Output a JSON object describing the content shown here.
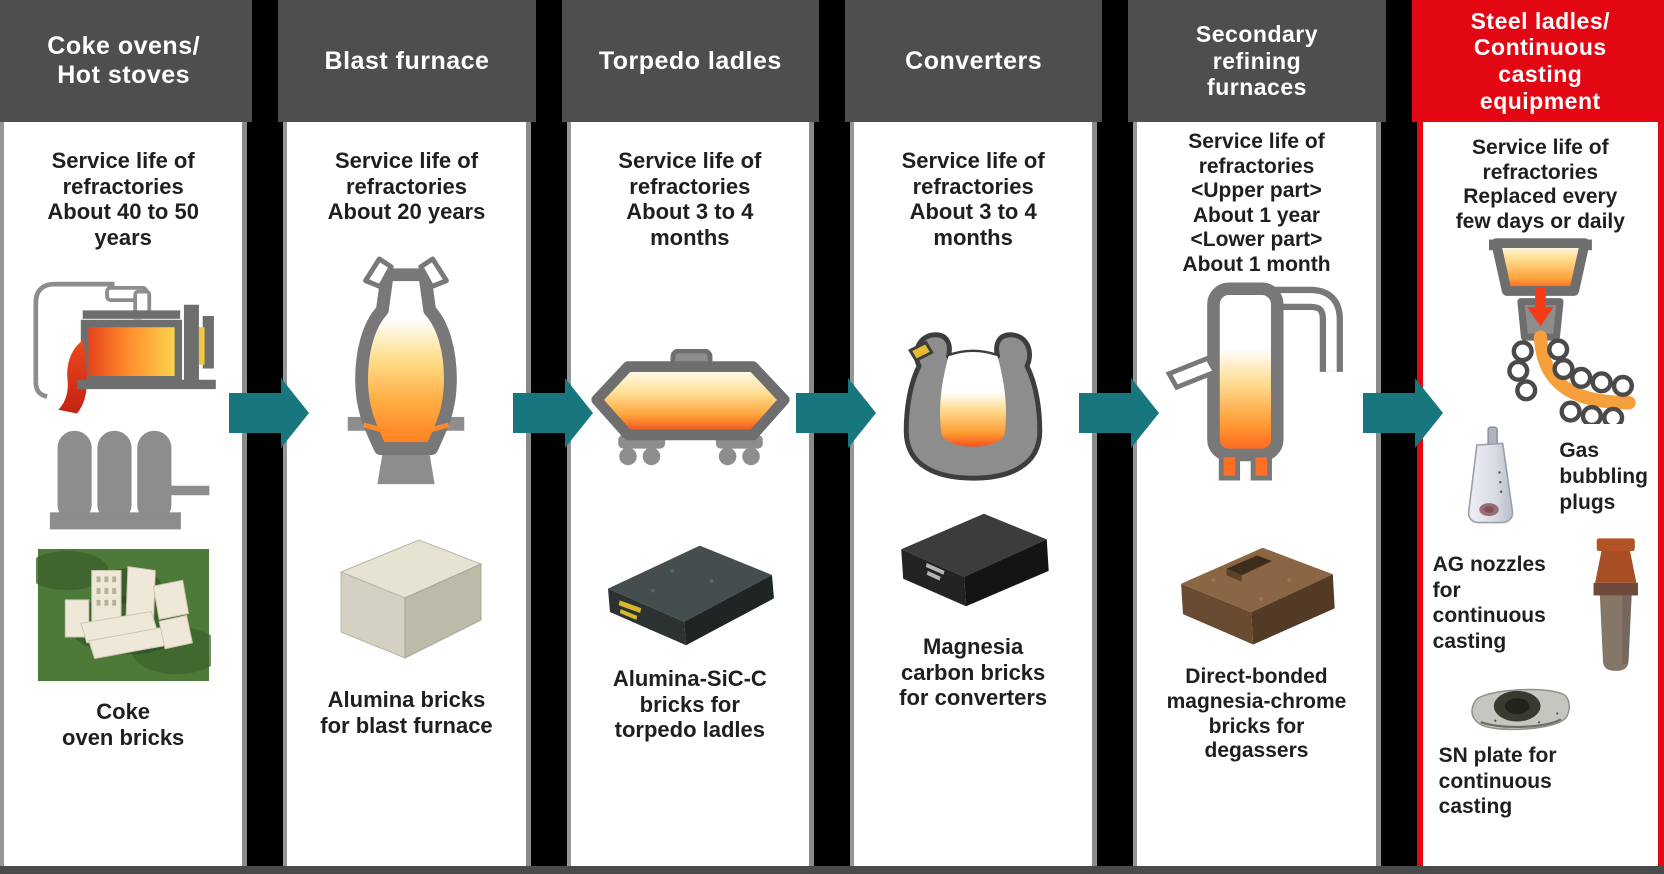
{
  "colors": {
    "background": "#000000",
    "header_bg": "#4e4e4e",
    "header_text": "#ffffff",
    "highlight_header_bg": "#e30613",
    "highlight_border": "#e30613",
    "body_bg": "#ffffff",
    "body_text": "#1f1f1f",
    "arrow": "#17767e",
    "column_edge": "#8a8a8a",
    "bottom_bar": "#4a4a4a",
    "melt_orange": "#ff8a2a"
  },
  "flow_direction": "left-to-right",
  "columns": [
    {
      "header": "Coke ovens/\nHot stoves",
      "service_life": "Service life of\nrefractories\nAbout 40 to 50\nyears",
      "illustration": "coke-oven-and-hot-stoves",
      "photo": "coke-oven-bricks-photo",
      "caption": "Coke\noven bricks"
    },
    {
      "header": "Blast furnace",
      "service_life": "Service life of\nrefractories\nAbout 20 years",
      "illustration": "blast-furnace",
      "photo": "alumina-brick-photo",
      "caption": "Alumina bricks\nfor blast furnace"
    },
    {
      "header": "Torpedo ladles",
      "service_life": "Service life of\nrefractories\nAbout 3 to 4\nmonths",
      "illustration": "torpedo-ladle",
      "photo": "alumina-sic-c-brick-photo",
      "caption": "Alumina-SiC-C\nbricks for\ntorpedo ladles"
    },
    {
      "header": "Converters",
      "service_life": "Service life of\nrefractories\nAbout 3 to 4\nmonths",
      "illustration": "converter",
      "photo": "magnesia-carbon-brick-photo",
      "caption": "Magnesia\ncarbon bricks\nfor converters"
    },
    {
      "header": "Secondary\nrefining\nfurnaces",
      "service_life": "Service life of\nrefractories\n<Upper part>\nAbout 1 year\n<Lower part>\nAbout 1 month",
      "illustration": "rh-degasser",
      "photo": "magnesia-chrome-brick-photo",
      "caption": "Direct-bonded\nmagnesia-chrome\nbricks for\ndegassers"
    },
    {
      "header": "Steel ladles/\nContinuous\ncasting\nequipment",
      "service_life": "Service life of\nrefractories\nReplaced every\nfew days or daily",
      "illustration": "ladle-and-continuous-caster",
      "items": [
        {
          "label": "Gas\nbubbling\nplugs",
          "photo": "gas-bubbling-plug-photo"
        },
        {
          "label": "AG nozzles for\ncontinuous\ncasting",
          "photo": "ag-nozzle-photo"
        },
        {
          "label": "SN plate for\ncontinuous\ncasting",
          "photo": "sn-plate-photo"
        }
      ]
    }
  ]
}
